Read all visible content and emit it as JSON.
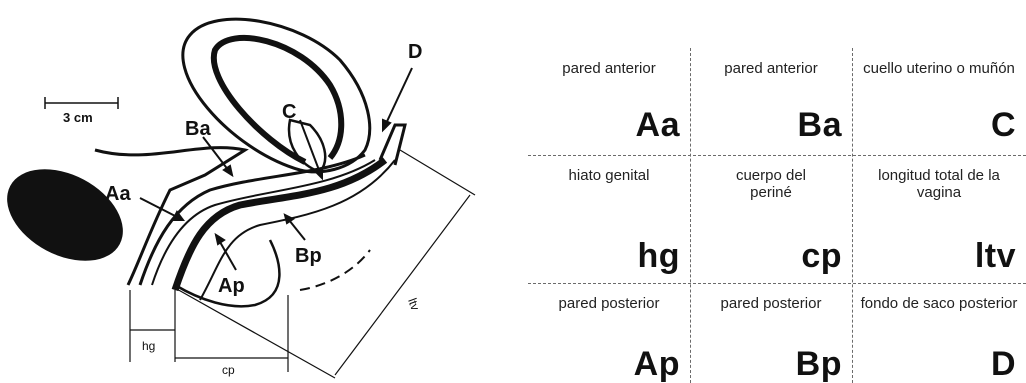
{
  "diagram": {
    "scale_label": "3 cm",
    "points": [
      "Aa",
      "Ba",
      "C",
      "D",
      "Ap",
      "Bp"
    ],
    "measures": {
      "hg": "hg",
      "cp": "cp",
      "tvl": "ltv"
    }
  },
  "table": {
    "cells": [
      {
        "desc": "pared anterior",
        "code": "Aa"
      },
      {
        "desc": "pared anterior",
        "code": "Ba"
      },
      {
        "desc": "cuello uterino o muñón",
        "code": "C"
      },
      {
        "desc": "hiato genital",
        "code": "hg"
      },
      {
        "desc": "cuerpo del periné",
        "code": "cp"
      },
      {
        "desc": "longitud total de la vagina",
        "code": "ltv"
      },
      {
        "desc": "pared posterior",
        "code": "Ap"
      },
      {
        "desc": "pared posterior",
        "code": "Bp"
      },
      {
        "desc": "fondo de saco posterior",
        "code": "D"
      }
    ]
  }
}
